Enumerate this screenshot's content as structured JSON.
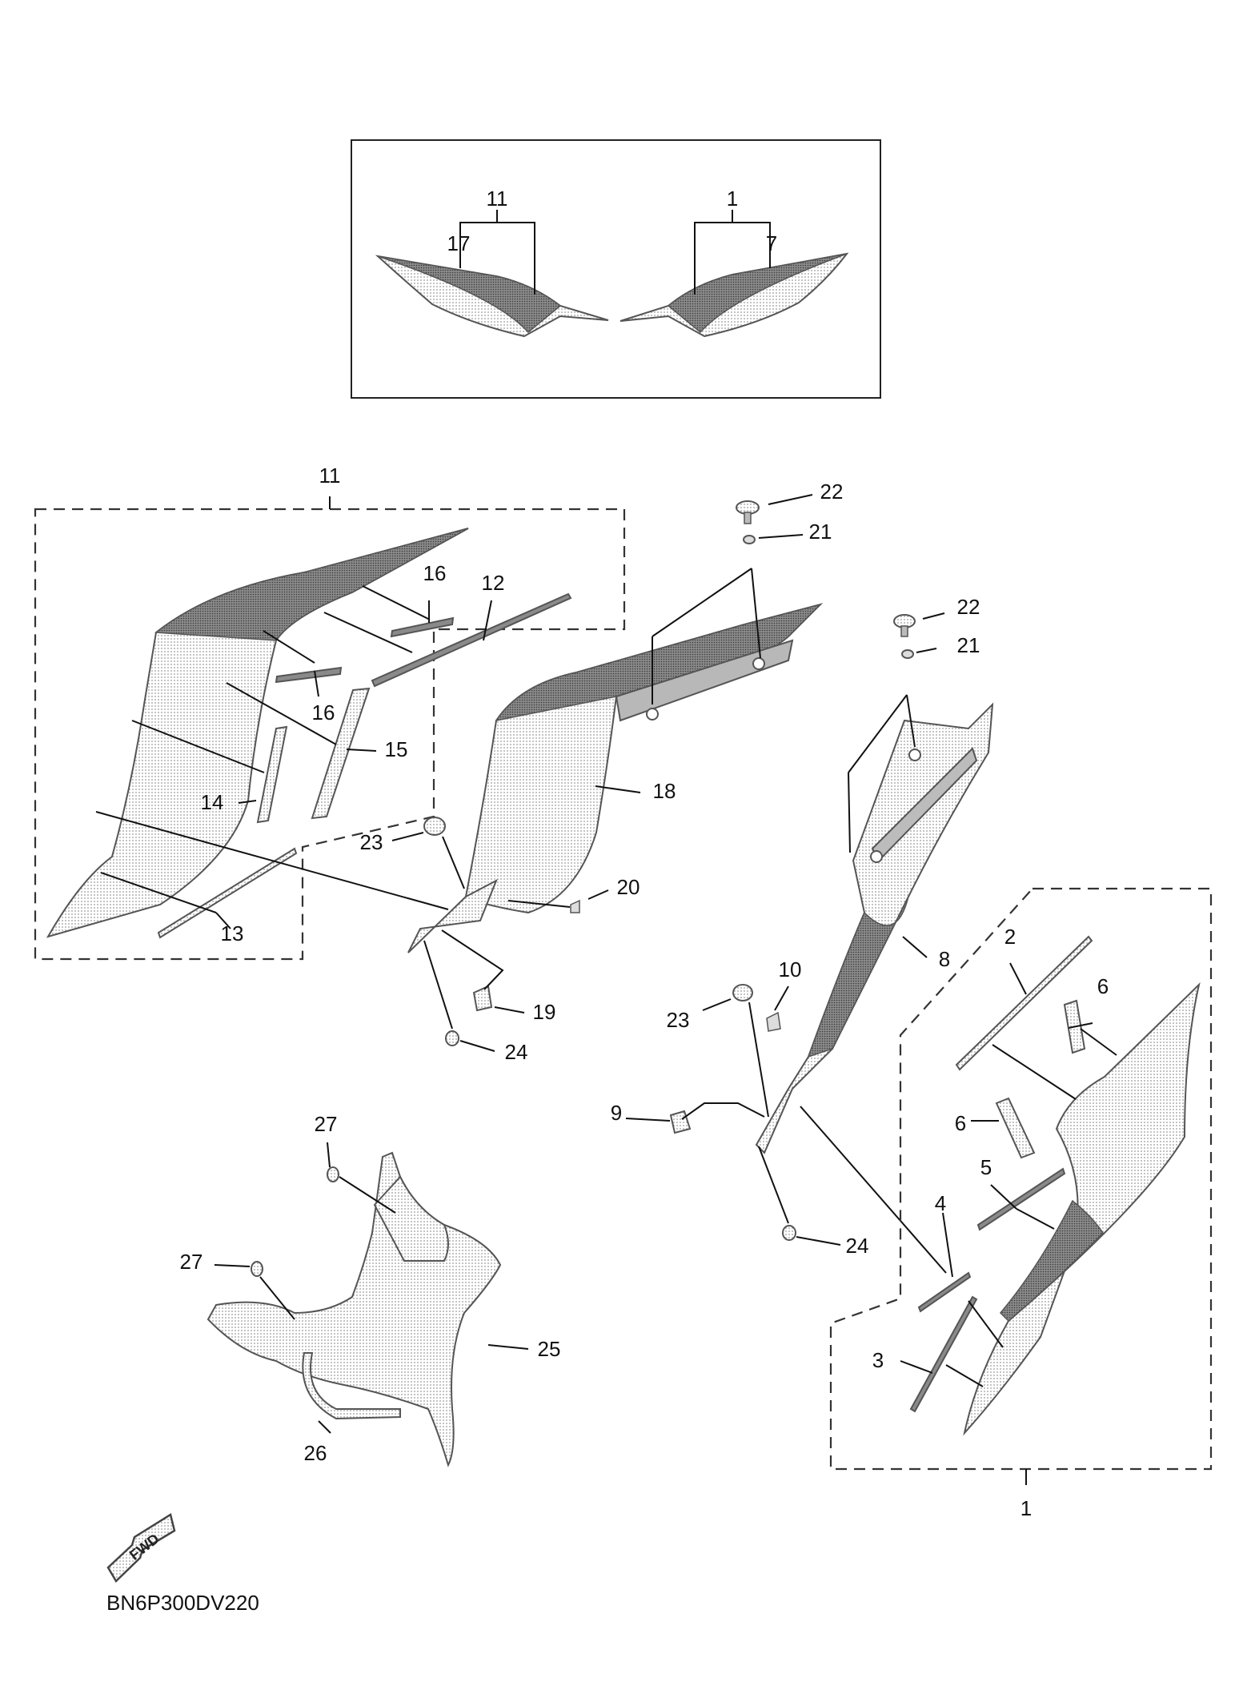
{
  "diagram": {
    "code": "BN6P300DV220",
    "fwd_label": "FWD",
    "colors": {
      "dark": "#6e6e6e",
      "mid": "#a9a9a9",
      "light": "#dedede",
      "stroke": "#555555"
    },
    "callouts": {
      "c11_top": "11",
      "c17": "17",
      "c1_top": "1",
      "c7": "7",
      "c11": "11",
      "c16a": "16",
      "c12": "12",
      "c16b": "16",
      "c15": "15",
      "c14": "14",
      "c13": "13",
      "c22a": "22",
      "c21a": "21",
      "c18": "18",
      "c23a": "23",
      "c20": "20",
      "c19": "19",
      "c24a": "24",
      "c22b": "22",
      "c21b": "21",
      "c8": "8",
      "c10": "10",
      "c23b": "23",
      "c9": "9",
      "c24b": "24",
      "c2": "2",
      "c6a": "6",
      "c6b": "6",
      "c5": "5",
      "c4": "4",
      "c3": "3",
      "c1": "1",
      "c27a": "27",
      "c27b": "27",
      "c25": "25",
      "c26": "26"
    }
  }
}
